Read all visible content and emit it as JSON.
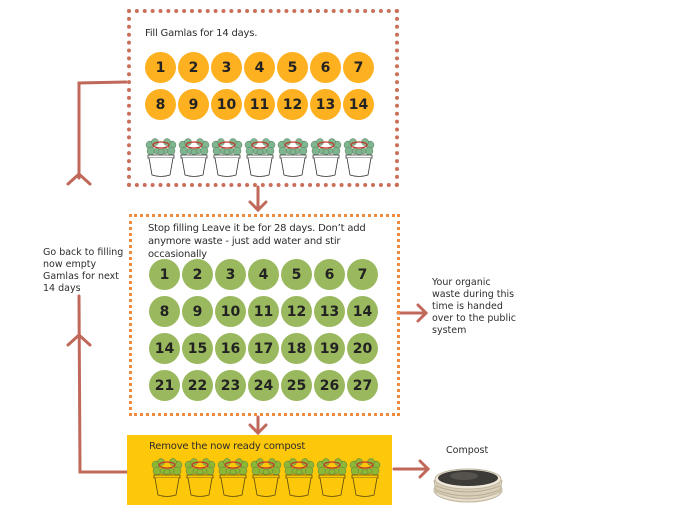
{
  "stages": {
    "fill": {
      "title": "Fill Gamlas for 14 days.",
      "days": [
        1,
        2,
        3,
        4,
        5,
        6,
        7,
        8,
        9,
        10,
        11,
        12,
        13,
        14
      ],
      "circle_color": "#fdb020",
      "pot_count": 7
    },
    "rest": {
      "title_line1": "Stop filling  Leave it be for 28 days. Don’t add",
      "title_line2": "anymore waste - just add water and stir occasionally",
      "days": [
        1,
        2,
        3,
        4,
        5,
        6,
        7,
        8,
        9,
        10,
        11,
        12,
        13,
        14,
        14,
        15,
        16,
        17,
        18,
        19,
        20,
        21,
        22,
        23,
        24,
        25,
        26,
        27
      ],
      "circle_color": "#9ab85e"
    },
    "remove": {
      "title": "Remove the now ready compost",
      "background": "#fdc70a",
      "pot_count": 7
    }
  },
  "notes": {
    "go_back": [
      "Go back to filling",
      "now empty",
      "Gamlas for next",
      "14 days"
    ],
    "public_system": [
      "Your organic",
      "waste during this",
      "time is handed",
      "over to the public",
      "system"
    ],
    "compost_label": "Compost"
  },
  "colors": {
    "arrow": "#c0695a",
    "fill_border": "#c9705a",
    "rest_border": "#f08a3c"
  }
}
